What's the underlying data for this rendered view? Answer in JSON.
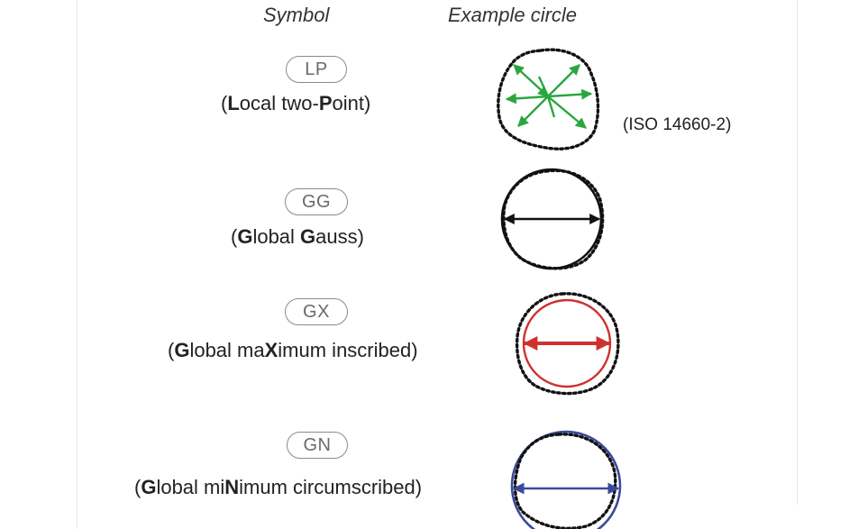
{
  "headers": {
    "symbol": "Symbol",
    "example": "Example circle"
  },
  "rows": [
    {
      "symbol": "LP",
      "desc_parts": [
        "(",
        "L",
        "ocal two-",
        "P",
        "oint)"
      ],
      "color": "#2aa63f",
      "note": "(ISO 14660-2)"
    },
    {
      "symbol": "GG",
      "desc_parts": [
        "(",
        "G",
        "lobal ",
        "G",
        "auss)"
      ],
      "color": "#111111"
    },
    {
      "symbol": "GX",
      "desc_parts": [
        "(",
        "G",
        "lobal ma",
        "X",
        "imum inscribed)"
      ],
      "color": "#d03030"
    },
    {
      "symbol": "GN",
      "desc_parts": [
        "(",
        "G",
        "lobal mi",
        "N",
        "imum circumscribed)"
      ],
      "color": "#3a4a9a"
    }
  ]
}
